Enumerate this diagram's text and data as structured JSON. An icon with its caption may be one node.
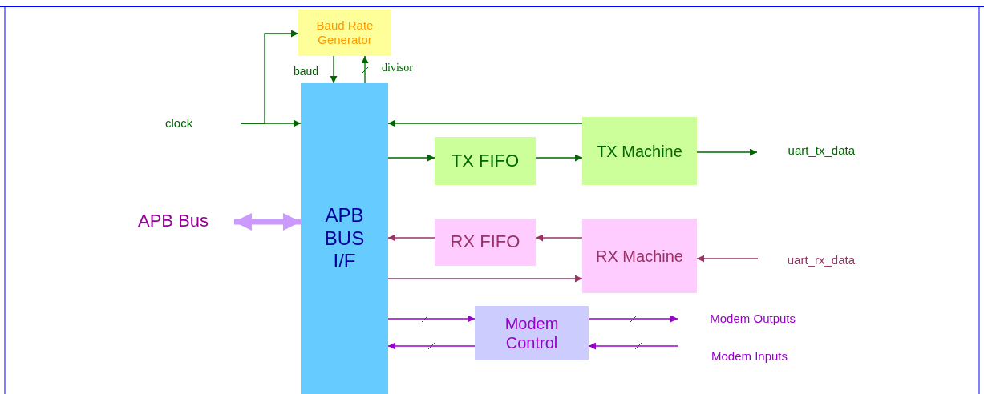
{
  "diagram": {
    "nodes": [
      {
        "text": [
          "Baud Rate Generator"
        ]
      },
      {
        "text": [
          "APB BUS I/F"
        ]
      },
      {
        "text": [
          "TX FIFO"
        ]
      },
      {
        "text": [
          "TX Machine"
        ]
      },
      {
        "text": [
          "RX FIFO"
        ]
      },
      {
        "text": [
          "RX Machine"
        ]
      },
      {
        "text": [
          "Modem Control"
        ]
      },
      {
        "text": [
          "clock"
        ]
      },
      {
        "text": [
          "uart_tx_data"
        ]
      },
      {
        "text": [
          "uart_rx_data"
        ]
      },
      {
        "text": [
          "Modem Outputs"
        ]
      },
      {
        "text": [
          "Modem Inputs"
        ]
      },
      {
        "text": [
          "APB Bus"
        ]
      }
    ],
    "edges": [
      {
        "from": 7,
        "to": 1,
        "arrow": "to"
      },
      {
        "from": 7,
        "to": 0,
        "arrow": "to"
      },
      {
        "from": 0,
        "to": 1,
        "arrow": "to",
        "label": "baud"
      },
      {
        "from": 1,
        "to": 0,
        "arrow": "to",
        "label": "divisor"
      },
      {
        "from": 3,
        "to": 1,
        "arrow": "to"
      },
      {
        "from": 1,
        "to": 2,
        "arrow": "to"
      },
      {
        "from": 2,
        "to": 3,
        "arrow": "to"
      },
      {
        "from": 3,
        "to": 8,
        "arrow": "to"
      },
      {
        "from": 5,
        "to": 4,
        "arrow": "to",
        "color": "#993366"
      },
      {
        "from": 4,
        "to": 1,
        "arrow": "to",
        "color": "#993366"
      },
      {
        "from": 1,
        "to": 5,
        "arrow": "to",
        "color": "#993366"
      },
      {
        "from": 9,
        "to": 5,
        "arrow": "to",
        "color": "#993366"
      },
      {
        "from": 1,
        "to": 6,
        "arrow": "to",
        "color": "#9900cc"
      },
      {
        "from": 6,
        "to": 10,
        "arrow": "to",
        "color": "#9900cc"
      },
      {
        "from": 11,
        "to": 6,
        "arrow": "to",
        "color": "#9900cc"
      },
      {
        "from": 6,
        "to": 1,
        "arrow": "to",
        "color": "#9900cc"
      },
      {
        "from": 12,
        "to": 1,
        "arrow": "both",
        "style": "thick",
        "color": "#cc99ff"
      }
    ]
  }
}
